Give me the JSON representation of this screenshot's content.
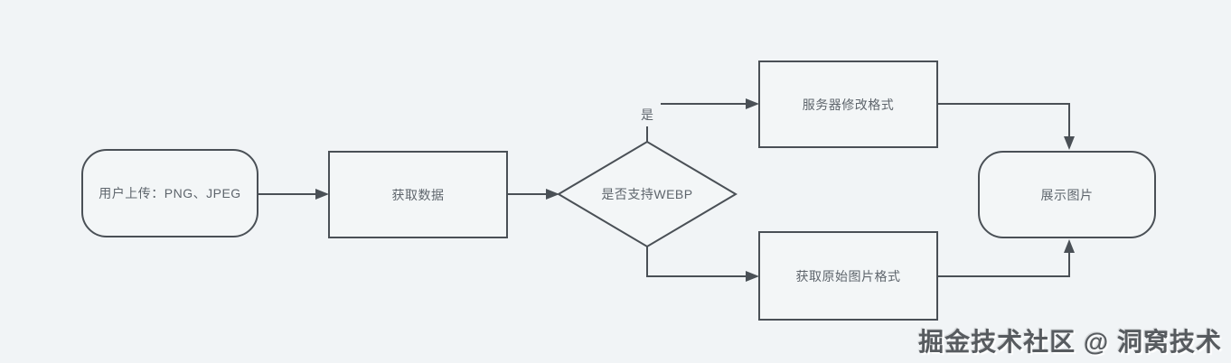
{
  "diagram": {
    "type": "flowchart",
    "nodes": {
      "upload": {
        "label": "用户上传：PNG、JPEG",
        "shape": "rounded-rectangle"
      },
      "get_data": {
        "label": "获取数据",
        "shape": "rectangle"
      },
      "support_webp": {
        "label": "是否支持WEBP",
        "shape": "diamond"
      },
      "server_modify": {
        "label": "服务器修改格式",
        "shape": "rectangle"
      },
      "original_format": {
        "label": "获取原始图片格式",
        "shape": "rectangle"
      },
      "display": {
        "label": "展示图片",
        "shape": "rounded-rectangle"
      }
    },
    "edges": {
      "yes_label": "是",
      "connections": [
        {
          "from": "upload",
          "to": "get_data",
          "label": ""
        },
        {
          "from": "get_data",
          "to": "support_webp",
          "label": ""
        },
        {
          "from": "support_webp",
          "to": "server_modify",
          "label": "是"
        },
        {
          "from": "support_webp",
          "to": "original_format",
          "label": ""
        },
        {
          "from": "server_modify",
          "to": "display",
          "label": ""
        },
        {
          "from": "original_format",
          "to": "display",
          "label": ""
        }
      ]
    },
    "colors": {
      "background": "#f1f4f6",
      "stroke": "#4a5056",
      "node_fill": "#f3f6f7",
      "node_text": "#5e656c",
      "watermark_text": "#575b5f"
    }
  },
  "watermark": {
    "text": "掘金技术社区 @ 洞窝技术"
  }
}
